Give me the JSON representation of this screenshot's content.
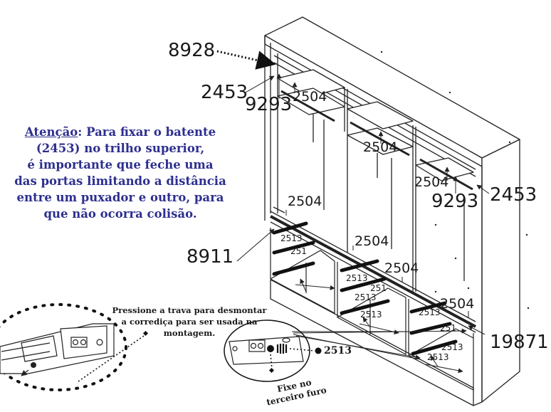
{
  "note": {
    "heading": "Atenção",
    "text_lines": [
      ": Para fixar o batente",
      "(2453) no trilho superior,",
      "é importante que feche uma",
      "das portas limitando a distância",
      "entre um puxador e outro, para",
      "que não ocorra colisão."
    ]
  },
  "callout_press": [
    "Pressione a trava para desmontar",
    "a corrediça para ser usada na",
    "montagem."
  ],
  "callout_fix": [
    "Fixe no",
    "terceiro furo"
  ],
  "parts": {
    "p8928": "8928",
    "p2453_left": "2453",
    "p9293_left": "9293",
    "p2504_top": "2504",
    "p2504_mid": "2504",
    "p2504_right_top": "2504",
    "p9293_right": "9293",
    "p2453_right": "2453",
    "p2504_drawer_left": "2504",
    "p2504_drawer_mid": "2504",
    "p2504_drawer_center": "2504",
    "p2504_drawer_right": "2504",
    "p8911": "8911",
    "p19871": "19871",
    "p2513_detail": "2513",
    "s2513_a": "2513",
    "s251_a": "251",
    "s2513_b": "2513",
    "s251_b": "251",
    "s2513_c": "2513",
    "s2513_d": "2513",
    "s2513_e": "2513",
    "s251_c": "251",
    "s2513_f": "2513",
    "s2513_g": "2513"
  }
}
